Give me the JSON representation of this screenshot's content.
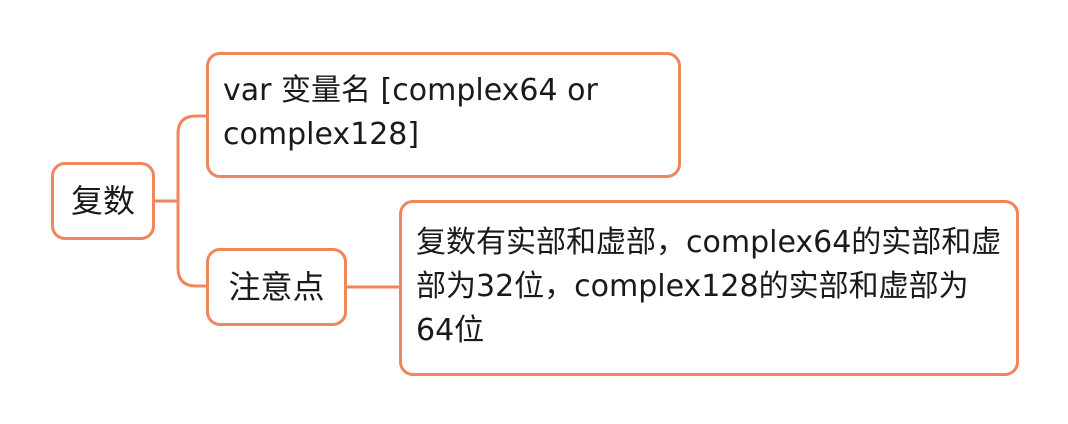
{
  "mindmap": {
    "root": {
      "label": "复数"
    },
    "branches": [
      {
        "label": "var 变量名 [complex64 or complex128]"
      },
      {
        "label": "注意点",
        "children": [
          {
            "label": "复数有实部和虚部，complex64的实部和虚部为32位，complex128的实部和虚部为64位"
          }
        ]
      }
    ]
  },
  "colors": {
    "node_border": "#f0865b",
    "connector": "#f0865b",
    "watermark": "#d9d9d9"
  }
}
